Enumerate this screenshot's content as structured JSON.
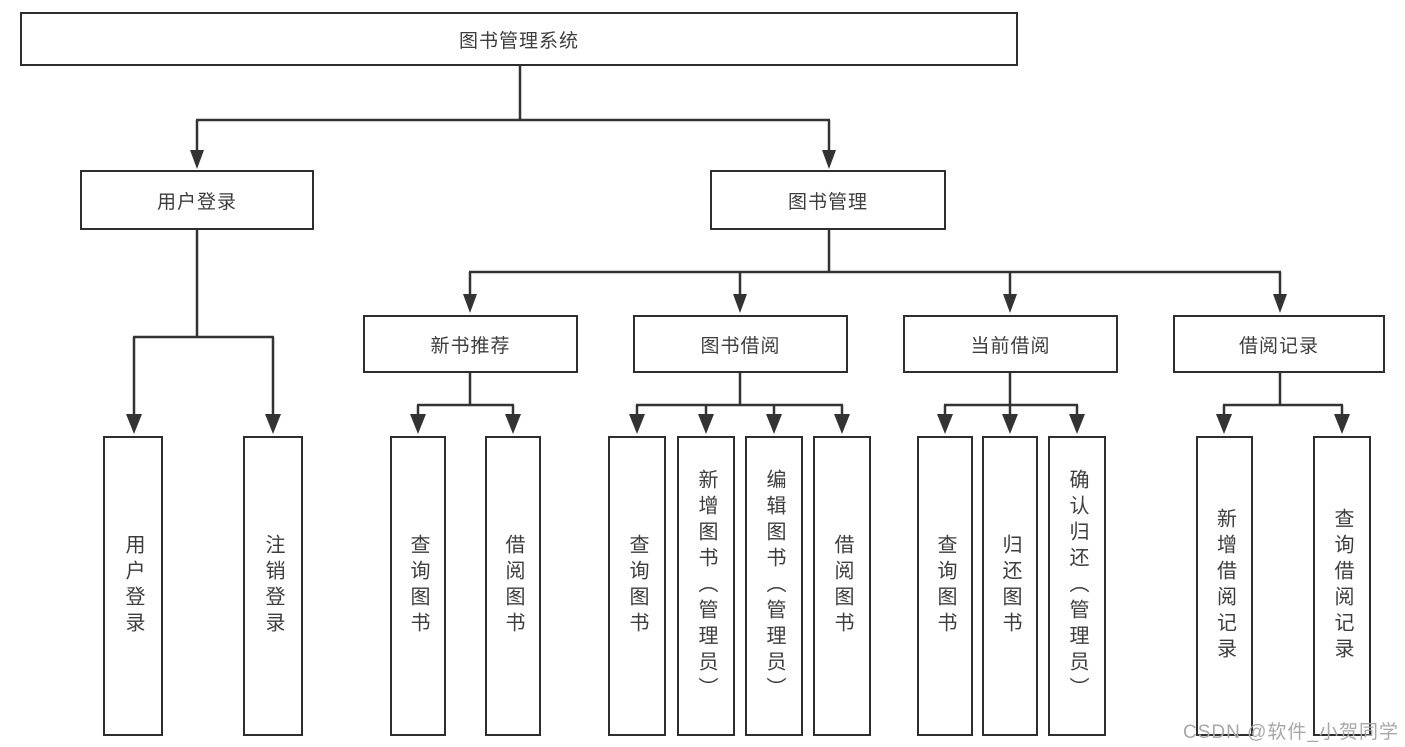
{
  "diagram": {
    "root": "图书管理系统",
    "branches": [
      {
        "label": "用户登录",
        "children": [
          "用户登录",
          "注销登录"
        ]
      },
      {
        "label": "图书管理",
        "groups": [
          {
            "label": "新书推荐",
            "children": [
              "查询图书",
              "借阅图书"
            ]
          },
          {
            "label": "图书借阅",
            "children": [
              "查询图书",
              "新增图书（管理员）",
              "编辑图书（管理员）",
              "借阅图书"
            ]
          },
          {
            "label": "当前借阅",
            "children": [
              "查询图书",
              "归还图书",
              "确认归还（管理员）"
            ]
          },
          {
            "label": "借阅记录",
            "children": [
              "新增借阅记录",
              "查询借阅记录"
            ]
          }
        ]
      }
    ]
  },
  "watermark": "CSDN @软件_小贺同学",
  "colors": {
    "line": "#333333",
    "box_border": "#2e2e2e",
    "text": "#3d3d3d",
    "watermark": "#a8a8a8",
    "background": "#ffffff"
  }
}
